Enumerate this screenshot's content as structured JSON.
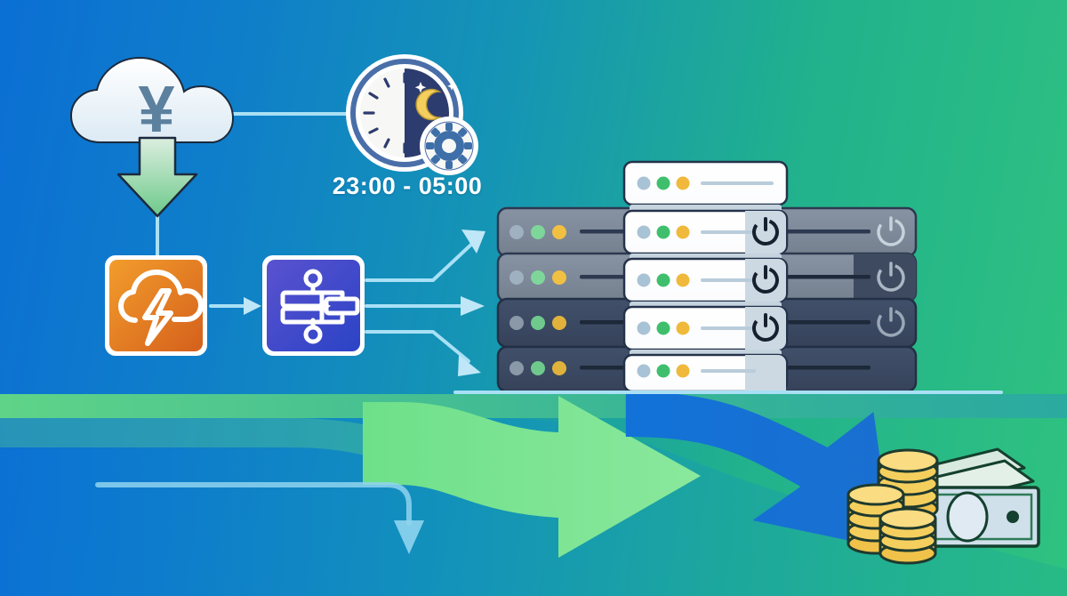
{
  "scene": {
    "title": "Scheduled nighttime cloud cost-optimization workflow",
    "background": {
      "gradient_from": "#0b6fd4",
      "gradient_mid": "#1595b4",
      "gradient_to": "#2fc27f"
    }
  },
  "schedule": {
    "window_label": "23:00 - 05:00",
    "clock": {
      "day_face_color": "#f7f7f5",
      "night_face_color": "#2d3c6e",
      "rim_color": "#4a6fa8",
      "moon_color": "#f5cf5e",
      "gear_color": "#3f6fa8"
    }
  },
  "nodes": {
    "billing_cloud": {
      "name": "Cloud billing",
      "currency_symbol": "¥",
      "cloud_fill": "#e9f2f8",
      "symbol_color": "#567a99"
    },
    "download_arrow": {
      "name": "Cost data download",
      "color_top": "#cfe8d2",
      "color_bottom": "#6cc98a"
    },
    "monitoring_service": {
      "name": "CloudWatch monitoring",
      "icon": "cloud-lightning-icon",
      "fill_from": "#f0962c",
      "fill_to": "#d9651f"
    },
    "workflow_service": {
      "name": "Step Functions workflow",
      "icon": "workflow-icon",
      "fill_from": "#4c4fc4",
      "fill_to": "#2f49c9"
    }
  },
  "server_stack": {
    "name": "Server racks",
    "background_rows": [
      {
        "id": "bg-row-1",
        "fill": "#7d8a99",
        "has_power": true,
        "dots": [
          "#9fb0c0",
          "#7fd69a",
          "#f0c043"
        ],
        "dark_panel": false
      },
      {
        "id": "bg-row-2",
        "fill": "#7d8a99",
        "has_power": true,
        "dots": [
          "#9fb0c0",
          "#7fd69a",
          "#f0c043"
        ],
        "dark_panel": true
      },
      {
        "id": "bg-row-3",
        "fill": "#3c4a5c",
        "has_power": true,
        "dots": [
          "#8a98a8",
          "#6fc98c",
          "#e0b23c"
        ],
        "dark_panel": false
      },
      {
        "id": "bg-row-4",
        "fill": "#3c4a5c",
        "has_power": true,
        "dots": [
          "#8a98a8",
          "#6fc98c",
          "#e0b23c"
        ],
        "dark_panel": false
      }
    ],
    "highlighted_rows": [
      {
        "id": "fg-row-1",
        "fill": "#ffffff",
        "has_power": false,
        "dots": [
          "#a8c2d6",
          "#3fbf6e",
          "#f0b93c"
        ]
      },
      {
        "id": "fg-row-2",
        "fill": "#ffffff",
        "has_power": true,
        "dots": [
          "#a8c2d6",
          "#3fbf6e",
          "#f0b93c"
        ]
      },
      {
        "id": "fg-row-3",
        "fill": "#ffffff",
        "has_power": true,
        "dots": [
          "#a8c2d6",
          "#3fbf6e",
          "#f0b93c"
        ]
      },
      {
        "id": "fg-row-4",
        "fill": "#ffffff",
        "has_power": true,
        "dots": [
          "#a8c2d6",
          "#3fbf6e",
          "#f0b93c"
        ]
      },
      {
        "id": "fg-row-5",
        "fill": "#ffffff",
        "has_power": true,
        "dots": [
          "#a8c2d6",
          "#3fbf6e",
          "#f0b93c"
        ]
      }
    ],
    "led_legend": [
      "status-idle",
      "status-ok",
      "status-warning"
    ],
    "power_icon": "power-icon"
  },
  "connectors": {
    "line_color": "#a8e0f5",
    "cloud_to_clock": "horizontal link",
    "cloud_to_monitoring": "vertical link",
    "monitoring_to_workflow": "arrow link",
    "workflow_to_servers": [
      "arrow up",
      "arrow straight",
      "arrow down"
    ],
    "baseline": "server baseline"
  },
  "flow": {
    "green_arrow": {
      "name": "Savings flow",
      "color": "#6ee08a"
    },
    "blue_arrow": {
      "name": "Cost reduction flow",
      "color": "#1272d8"
    },
    "feedback_arrow": {
      "name": "Feedback loop",
      "color": "#8fd4ee"
    },
    "green_band": {
      "name": "Savings band",
      "color": "#5fd488"
    }
  },
  "savings": {
    "name": "Cost savings",
    "coin_color": "#f5cf5e",
    "coin_outline": "#1f3a2e",
    "bill_color": "#cfe0e8",
    "bill_accent": "#9fd6b0"
  }
}
